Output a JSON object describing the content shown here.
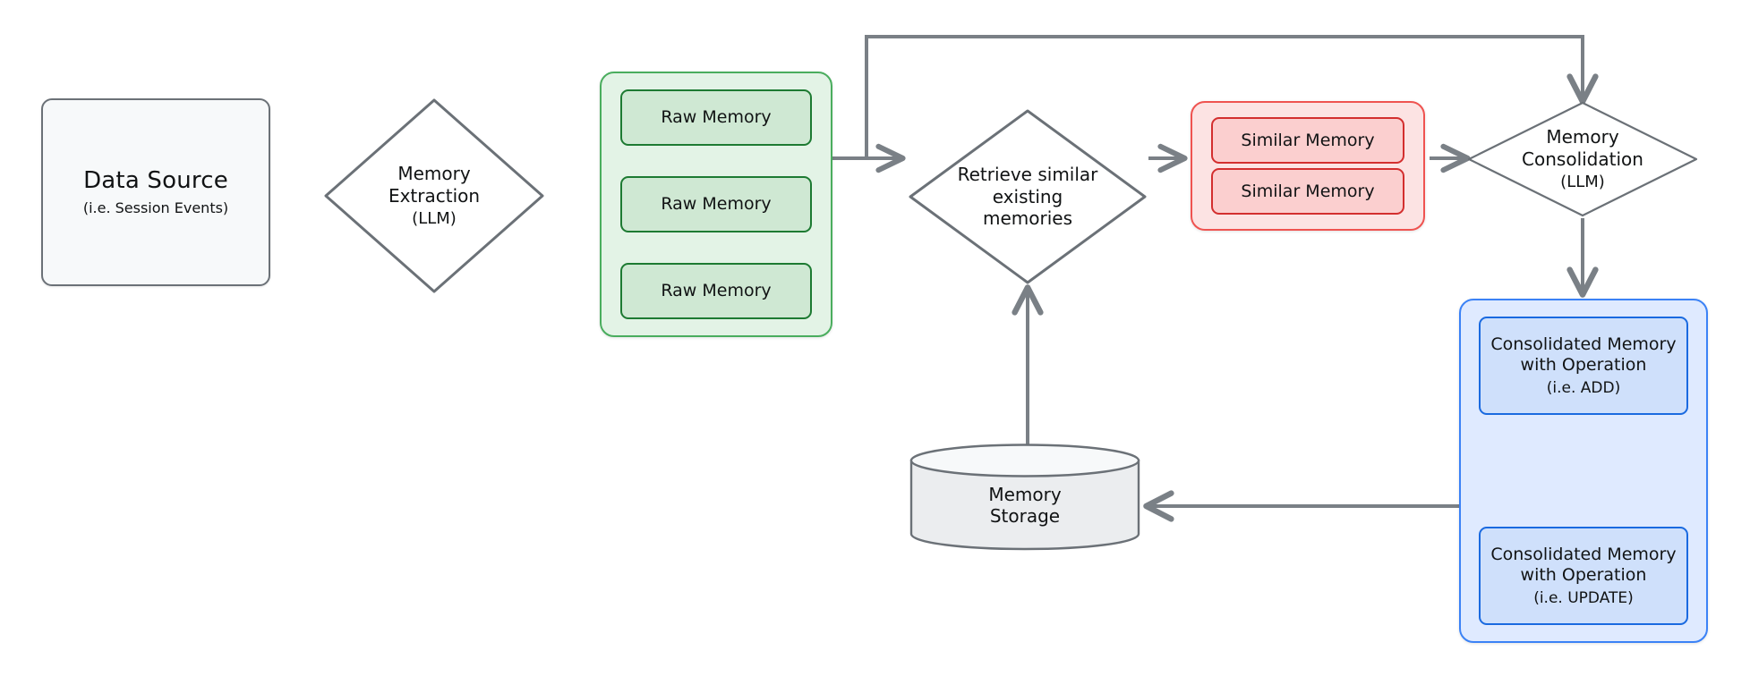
{
  "diagram": {
    "title": "Memory pipeline flow diagram",
    "colors": {
      "edge": "#7a8086",
      "neutral_fill": "#f7f9fa",
      "neutral_stroke": "#6b7177",
      "green_group_fill": "#e3f3e6",
      "green_group_stroke": "#4aad5e",
      "green_chip_fill": "#cfe8d3",
      "green_chip_stroke": "#1d7a32",
      "red_group_fill": "#fce3e3",
      "red_group_stroke": "#ef5350",
      "red_chip_fill": "#fbcfcf",
      "red_chip_stroke": "#d32f2f",
      "blue_group_fill": "#dfeaff",
      "blue_group_stroke": "#3b82f6",
      "blue_chip_fill": "#cfe0fb",
      "blue_chip_stroke": "#1a6ae0"
    }
  },
  "nodes": {
    "data_source": {
      "title": "Data Source",
      "subtitle": "(i.e. Session Events)"
    },
    "memory_extraction": {
      "title": "Memory\nExtraction",
      "subtitle": "(LLM)"
    },
    "raw_memory_group": {
      "items": [
        {
          "title": "Raw Memory"
        },
        {
          "title": "Raw Memory"
        },
        {
          "title": "Raw Memory"
        }
      ]
    },
    "retrieve_similar": {
      "title": "Retrieve similar\nexisting\nmemories",
      "subtitle": ""
    },
    "similar_memory_group": {
      "items": [
        {
          "title": "Similar Memory"
        },
        {
          "title": "Similar Memory"
        }
      ]
    },
    "memory_consolidation": {
      "title": "Memory\nConsolidation",
      "subtitle": "(LLM)"
    },
    "consolidated_memory_group": {
      "items": [
        {
          "title": "Consolidated Memory\nwith Operation",
          "subtitle": "(i.e. ADD)"
        },
        {
          "title": "Consolidated Memory\nwith Operation",
          "subtitle": "(i.e. UPDATE)"
        }
      ]
    },
    "memory_storage": {
      "title": "Memory\nStorage"
    }
  },
  "edges": [
    {
      "name": "data-source-to-memory-extraction",
      "label": ""
    },
    {
      "name": "memory-extraction-to-raw-memory",
      "label": ""
    },
    {
      "name": "raw-memory-to-retrieve-similar",
      "label": ""
    },
    {
      "name": "retrieve-similar-to-similar-memory",
      "label": ""
    },
    {
      "name": "similar-memory-to-memory-consolidation",
      "label": ""
    },
    {
      "name": "raw-memory-feedback-to-memory-consolidation",
      "label": ""
    },
    {
      "name": "memory-consolidation-to-consolidated-memory",
      "label": ""
    },
    {
      "name": "consolidated-memory-to-memory-storage",
      "label": ""
    },
    {
      "name": "memory-storage-to-retrieve-similar",
      "label": ""
    }
  ]
}
